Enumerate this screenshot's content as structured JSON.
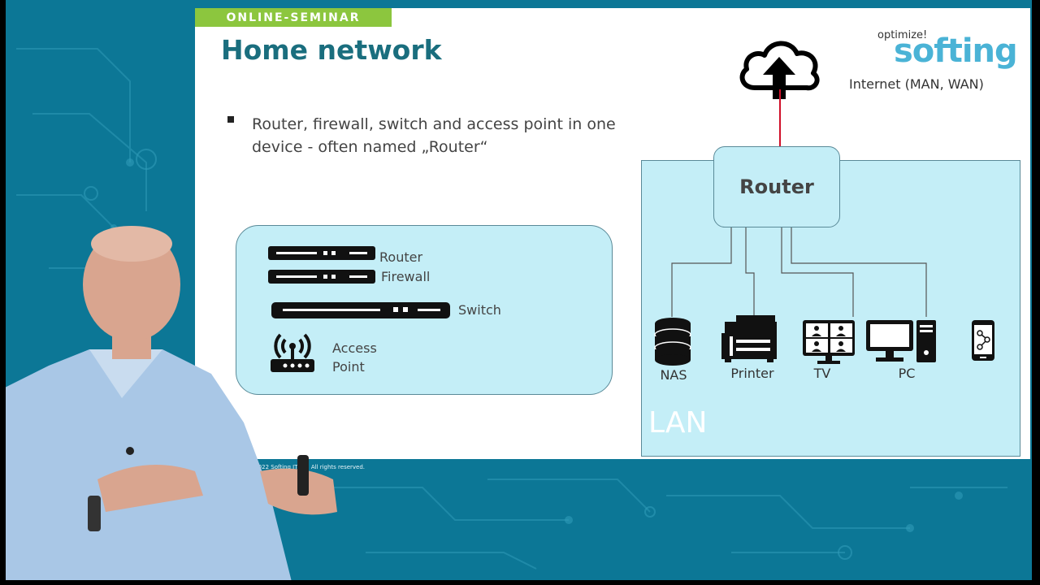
{
  "slide": {
    "badge": "ONLINE-SEMINAR",
    "title": "Home network",
    "logo_tagline": "optimize!",
    "logo_name": "softing",
    "internet_label": "Internet (MAN, WAN)",
    "bullet": "Router, firewall, switch and access point in one device - often named „Router“",
    "devices": {
      "router": "Router",
      "firewall": "Firewall",
      "switch": "Switch",
      "access_point_1": "Access",
      "access_point_2": "Point"
    },
    "network": {
      "router": "Router",
      "lan": "LAN",
      "nas": "NAS",
      "printer": "Printer",
      "tv": "TV",
      "pc": "PC"
    },
    "copyright": "© 2022 Softing IT N...  All rights reserved."
  },
  "colors": {
    "accent_green": "#8cc63e",
    "title_teal": "#1a6e7e",
    "box_fill": "#c4eef7",
    "uplink_red": "#d0102a"
  },
  "icons": [
    "cloud-upload-icon",
    "server-rack-icon",
    "switch-icon",
    "wifi-router-icon",
    "database-icon",
    "printer-icon",
    "video-conference-icon",
    "desktop-pc-icon",
    "smartphone-icon"
  ]
}
